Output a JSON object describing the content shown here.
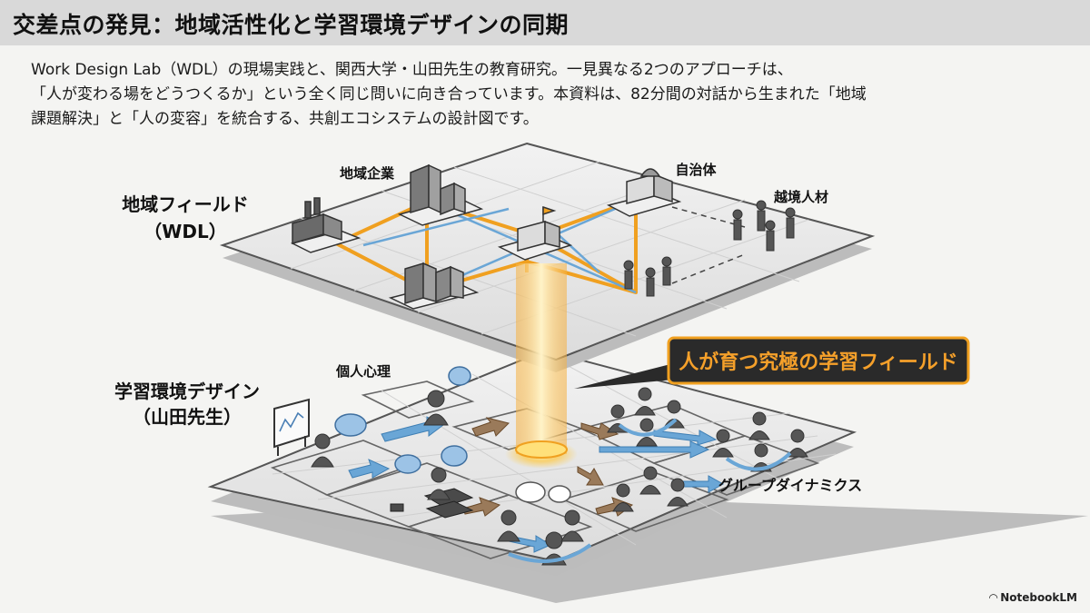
{
  "title": "交差点の発見：地域活性化と学習環境デザインの同期",
  "intro": [
    "Work Design Lab（WDL）の現場実践と、関西大学・山田先生の教育研究。一見異なる2つのアプローチは、",
    "「人が変わる場をどうつくるか」という全く同じ問いに向き合っています。本資料は、82分間の対話から生まれた「地域",
    "課題解決」と「人の変容」を統合する、共創エコシステムの設計図です。"
  ],
  "top_layer": {
    "title_line1": "地域フィールド",
    "title_line2": "（WDL）",
    "nodes": {
      "companies": "地域企業",
      "municipality": "自治体",
      "talent": "越境人材"
    }
  },
  "bottom_layer": {
    "title_line1": "学習環境デザイン",
    "title_line2": "（山田先生）",
    "nodes": {
      "psychology": "個人心理",
      "group": "グループダイナミクス"
    }
  },
  "callout": "人が育つ究極の学習フィールド",
  "brand": "NotebookLM",
  "colors": {
    "accent_orange": "#f0a020",
    "connection_blue": "#6aa6d6",
    "callout_bg": "#2a2a2a",
    "callout_text": "#f5a02a"
  }
}
